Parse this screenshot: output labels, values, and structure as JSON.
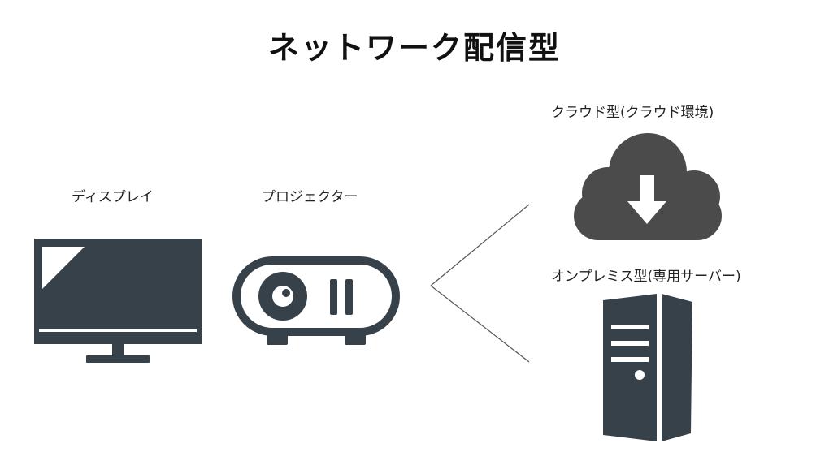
{
  "title": "ネットワーク配信型",
  "labels": {
    "display": "ディスプレイ",
    "projector": "プロジェクター",
    "cloud": "クラウド型(クラウド環境)",
    "onpremise": "オンプレミス型(専用サーバー)"
  },
  "icons": {
    "display": "monitor-icon",
    "projector": "projector-icon",
    "cloud": "cloud-download-icon",
    "server": "server-tower-icon"
  },
  "colors": {
    "icon": "#37414a",
    "text": "#111111"
  }
}
